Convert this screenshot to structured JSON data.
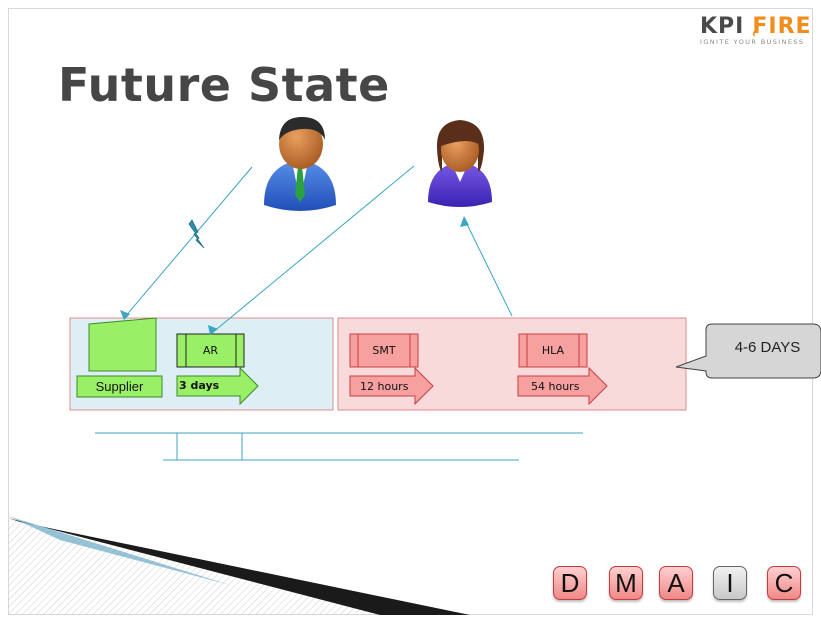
{
  "slide": {
    "title": "Future State"
  },
  "logo": {
    "kpi": "KPI",
    "fire": "FIRE",
    "tagline": "IGNITE YOUR BUSINESS"
  },
  "value_stream": {
    "supplier": {
      "label": "Supplier"
    },
    "process_ar": {
      "label": "AR",
      "lead_time": "3 days"
    },
    "process_smt": {
      "label": "SMT",
      "lead_time": "12 hours"
    },
    "process_hla": {
      "label": "HLA",
      "lead_time": "54 hours"
    },
    "total_callout": "4-6 DAYS"
  },
  "dmaic": {
    "steps": [
      {
        "letter": "D",
        "state": "active"
      },
      {
        "letter": "M",
        "state": "active"
      },
      {
        "letter": "A",
        "state": "active"
      },
      {
        "letter": "I",
        "state": "inactive"
      },
      {
        "letter": "C",
        "state": "active"
      }
    ]
  },
  "colors": {
    "supplier_zone": "#ddeef5",
    "internal_zone": "#f9dada",
    "zone_border": "#e28c8c",
    "supplier_green": "#99f066",
    "process_red": "#f7a0a0",
    "connector": "#3aa6c3",
    "title": "#464646",
    "fire_orange": "#f28c1a"
  }
}
